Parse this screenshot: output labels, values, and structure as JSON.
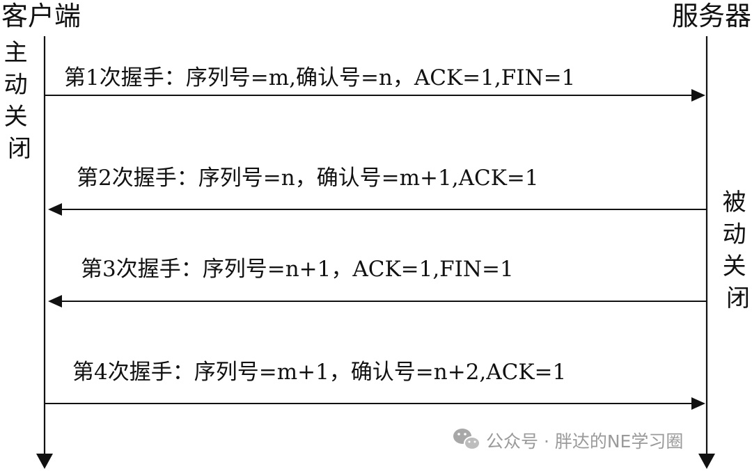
{
  "diagram": {
    "client_label": "客户端",
    "server_label": "服务器",
    "client_side_note": "主动关闭",
    "server_side_note": "被动关闭",
    "messages": [
      {
        "label": "第1次握手：序列号=m,确认号=n，ACK=1,FIN=1",
        "direction": "client-to-server"
      },
      {
        "label": "第2次握手：序列号=n，确认号=m+1,ACK=1",
        "direction": "server-to-client"
      },
      {
        "label": "第3次握手：序列号=n+1，ACK=1,FIN=1",
        "direction": "server-to-client"
      },
      {
        "label": "第4次握手：序列号=m+1，确认号=n+2,ACK=1",
        "direction": "client-to-server"
      }
    ]
  },
  "watermark": {
    "text": "公众号 · 胖达的NE学习圈",
    "icon": "wechat-icon"
  },
  "colors": {
    "line": "#111111",
    "watermark": "#9a9a9a"
  }
}
